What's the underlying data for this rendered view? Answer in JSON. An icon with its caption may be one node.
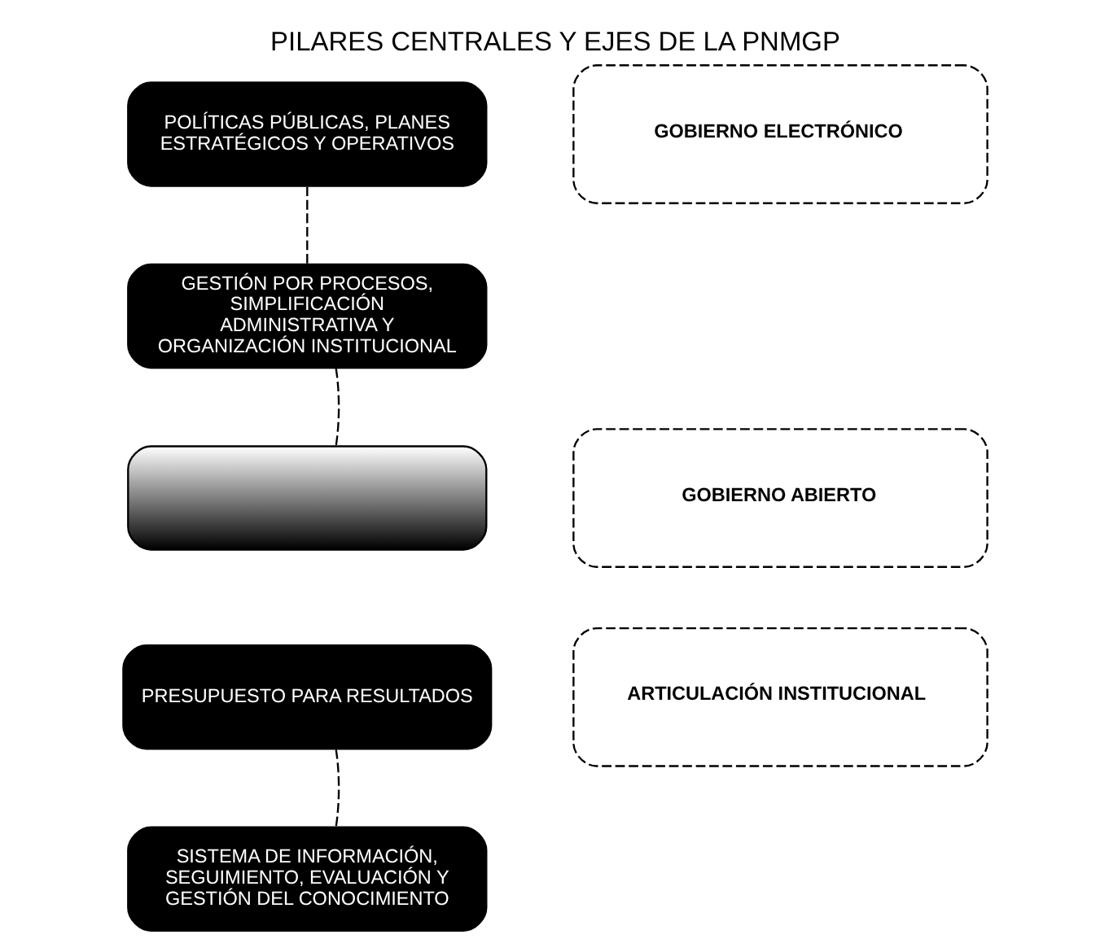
{
  "diagram": {
    "title": "PILARES CENTRALES Y EJES DE LA PNMGP",
    "nodes": [
      {
        "text": [
          "POLÍTICAS PÚBLICAS, PLANES ESTRATÉGICOS Y OPERATIVOS"
        ]
      },
      {
        "text": [
          "GESTIÓN POR PROCESOS, SIMPLIFICACIÓN ADMINISTRATIVA Y ORGANIZACIÓN INSTITUCIONAL"
        ]
      },
      {
        "text": [],
        "shape": "box"
      },
      {
        "text": [
          "PRESUPUESTO PARA RESULTADOS"
        ]
      },
      {
        "text": [
          "SISTEMA DE INFORMACIÓN, SEGUIMIENTO, EVALUACIÓN Y GESTIÓN DEL CONOCIMIENTO"
        ]
      },
      {
        "text": [
          "GOBIERNO ELECTRÓNICO"
        ]
      },
      {
        "text": [
          "GOBIERNO ABIERTO"
        ]
      },
      {
        "text": [
          "ARTICULACIÓN INSTITUCIONAL"
        ]
      }
    ],
    "edges": [
      {
        "from": 0,
        "to": 1,
        "arrow": "none",
        "style": "dashed"
      },
      {
        "from": 1,
        "to": 2,
        "arrow": "none",
        "style": "dashed"
      },
      {
        "from": 3,
        "to": 4,
        "arrow": "none",
        "style": "dashed"
      }
    ]
  }
}
